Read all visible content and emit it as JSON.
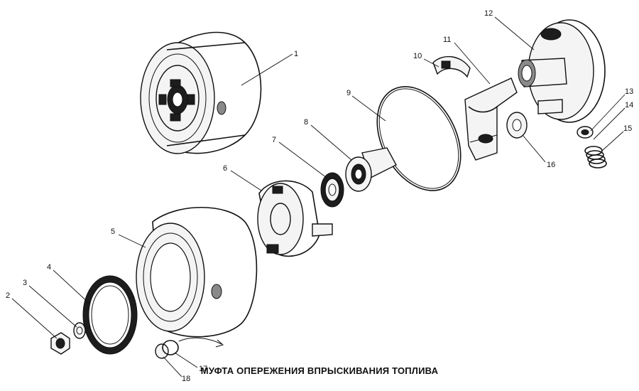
{
  "caption": "МУФТА ОПЕРЕЖЕНИЯ ВПРЫСКИВАНИЯ ТОПЛИВА",
  "callouts": [
    {
      "id": "1",
      "label": "1"
    },
    {
      "id": "2",
      "label": "2"
    },
    {
      "id": "3",
      "label": "3"
    },
    {
      "id": "4",
      "label": "4"
    },
    {
      "id": "5",
      "label": "5"
    },
    {
      "id": "6",
      "label": "6"
    },
    {
      "id": "7",
      "label": "7"
    },
    {
      "id": "8",
      "label": "8"
    },
    {
      "id": "9",
      "label": "9"
    },
    {
      "id": "10",
      "label": "10"
    },
    {
      "id": "11",
      "label": "11"
    },
    {
      "id": "12",
      "label": "12"
    },
    {
      "id": "13",
      "label": "13"
    },
    {
      "id": "14",
      "label": "14"
    },
    {
      "id": "15",
      "label": "15"
    },
    {
      "id": "16",
      "label": "16"
    },
    {
      "id": "17",
      "label": "17"
    },
    {
      "id": "18",
      "label": "18"
    }
  ]
}
